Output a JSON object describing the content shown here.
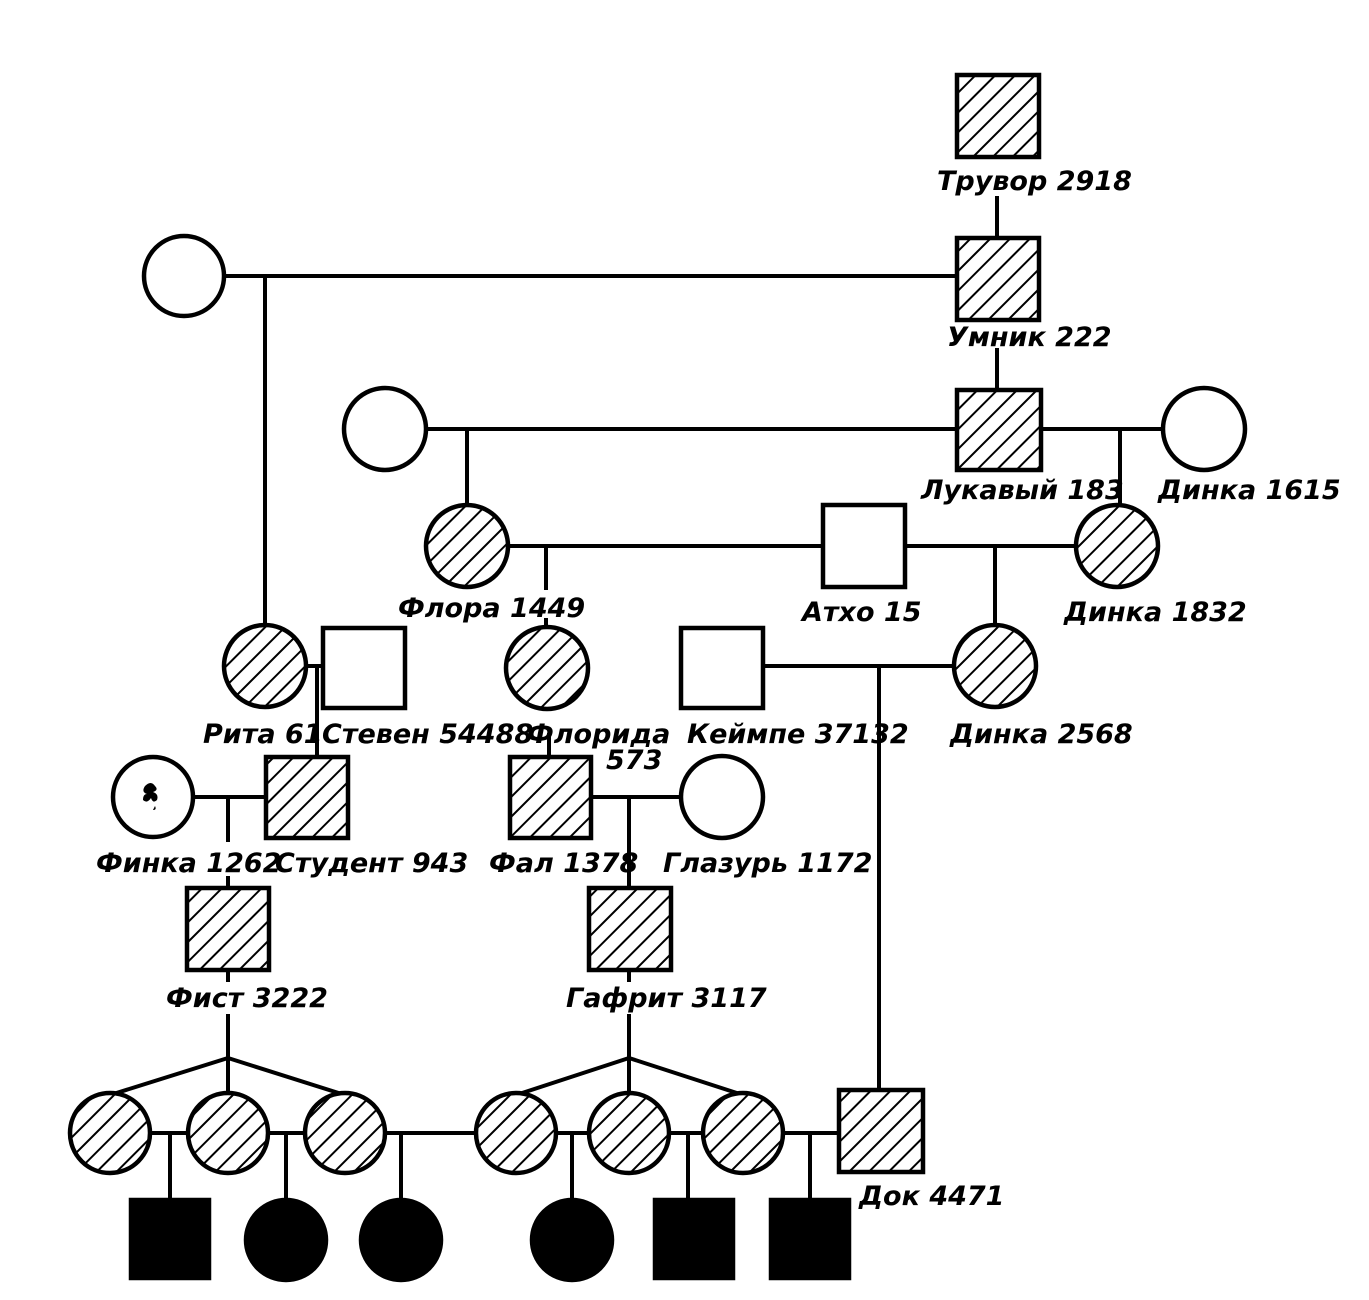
{
  "colors": {
    "ink": "#000000",
    "paper": "#ffffff",
    "affected_fill": "hatched",
    "offspring_fill": "solid-black"
  },
  "legend_note": "",
  "individuals": {
    "truvor": "Трувор 2918",
    "umnik": "Умник 222",
    "lukavyi": "Лукавый 183",
    "dinka1615": "Динка 1615",
    "flora": "Флора 1449",
    "atho": "Атхо 15",
    "dinka1832": "Динка 1832",
    "rita": "Рита 61",
    "steven": "Стевен 54488",
    "florida_name": "Флорида",
    "florida_num": "573",
    "keimpe": "Кеймпе 37132",
    "dinka2568": "Динка 2568",
    "finka": "Финка 1262",
    "student": "Студент 943",
    "fal": "Фал 1378",
    "glazur": "Глазурь 1172",
    "fist": "Фист 3222",
    "gafrit": "Гафрит 3117",
    "dok": "Док 4471"
  }
}
